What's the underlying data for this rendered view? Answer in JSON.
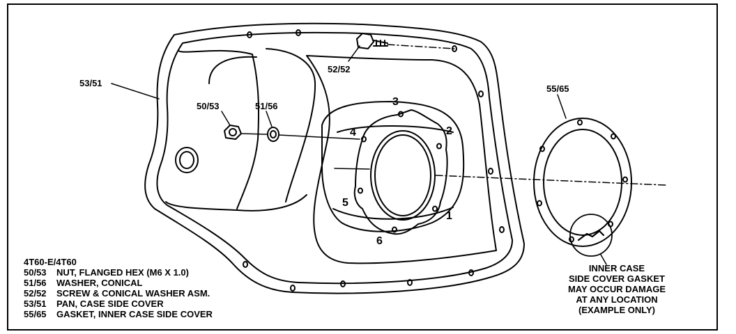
{
  "callouts": {
    "pan": "53/51",
    "nut": "50/53",
    "washer": "51/56",
    "screw": "52/52",
    "gasket": "55/65"
  },
  "sequence": [
    "1",
    "2",
    "3",
    "4",
    "5",
    "6"
  ],
  "legend": {
    "heading": "4T60-E/4T60",
    "items": [
      {
        "code": "50/53",
        "desc": "NUT, FLANGED HEX (M6 X 1.0)"
      },
      {
        "code": "51/56",
        "desc": "WASHER, CONICAL"
      },
      {
        "code": "52/52",
        "desc": "SCREW & CONICAL WASHER ASM."
      },
      {
        "code": "53/51",
        "desc": "PAN, CASE SIDE COVER"
      },
      {
        "code": "55/65",
        "desc": "GASKET, INNER CASE SIDE COVER"
      }
    ]
  },
  "note": {
    "lines": [
      "INNER CASE",
      "SIDE COVER GASKET",
      "MAY OCCUR DAMAGE",
      "AT ANY LOCATION",
      "(EXAMPLE ONLY)"
    ]
  }
}
